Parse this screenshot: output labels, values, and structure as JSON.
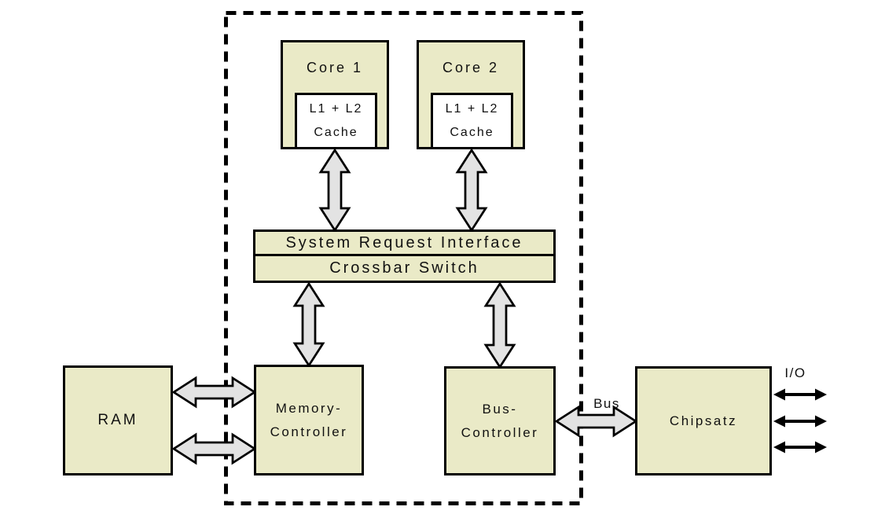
{
  "diagram": {
    "boxes": {
      "core1": {
        "label": "Core 1"
      },
      "core2": {
        "label": "Core 2"
      },
      "cache1": {
        "line1": "L1 + L2",
        "line2": "Cache"
      },
      "cache2": {
        "line1": "L1 + L2",
        "line2": "Cache"
      },
      "sri": {
        "label": "System Request Interface"
      },
      "crossbar": {
        "label": "Crossbar Switch"
      },
      "ram": {
        "label": "RAM"
      },
      "memory_controller": {
        "line1": "Memory-",
        "line2": "Controller"
      },
      "bus_controller": {
        "line1": "Bus-",
        "line2": "Controller"
      },
      "chipsatz": {
        "label": "Chipsatz"
      }
    },
    "labels": {
      "bus": "Bus",
      "io": "I/O"
    }
  },
  "colors": {
    "box-fill": "#eaeac7",
    "cache-fill": "#ffffff",
    "arrow-fill": "#e3e3e3",
    "line": "#000000",
    "bg": "#ffffff",
    "text": "#111111"
  }
}
